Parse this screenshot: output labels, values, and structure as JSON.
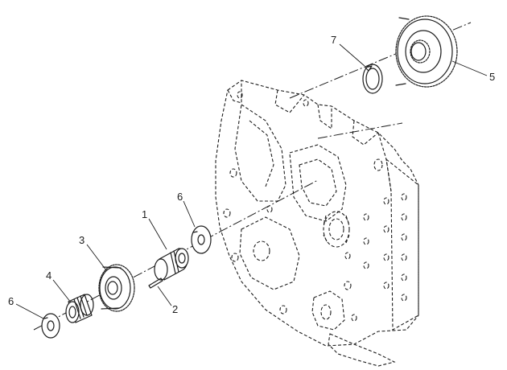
{
  "callouts": {
    "c1": "1",
    "c2": "2",
    "c3": "3",
    "c4": "4",
    "c5": "5",
    "c6a": "6",
    "c6b": "6",
    "c7": "7"
  },
  "colors": {
    "ink": "#1c1c1c",
    "background": "#ffffff"
  },
  "parts": [
    "pin",
    "pin-clip",
    "idler-gear",
    "needle-bearing",
    "large-gear",
    "thrust-washer",
    "thrust-washer",
    "snap-ring",
    "gear-case-housing"
  ]
}
